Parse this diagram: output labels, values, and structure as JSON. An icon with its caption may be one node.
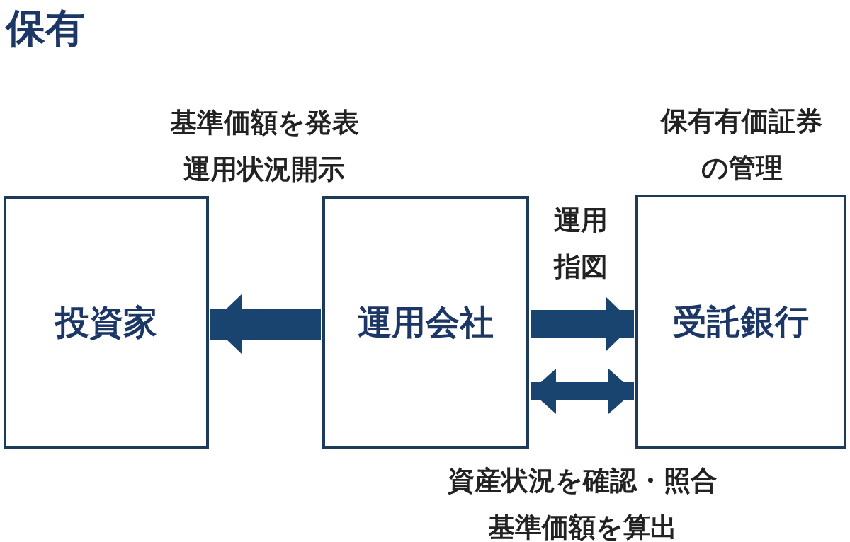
{
  "diagram": {
    "title": "保有",
    "nodes": [
      {
        "text": [
          "投資家"
        ]
      },
      {
        "text": [
          "運用会社"
        ]
      },
      {
        "text": [
          "受託銀行"
        ],
        "beside": [
          "保有有価証券の管理"
        ]
      }
    ],
    "edges": [
      {
        "from": 1,
        "to": 0,
        "arrow": "to"
      },
      {
        "from": 1,
        "to": 2,
        "arrow": "to",
        "label": "運用指図"
      },
      {
        "from": 1,
        "to": 2,
        "arrow": "both",
        "label": "資産状況を確認・照合基準価額を算出"
      }
    ],
    "labels": [
      "基準価額を発表運用状況開示"
    ]
  }
}
